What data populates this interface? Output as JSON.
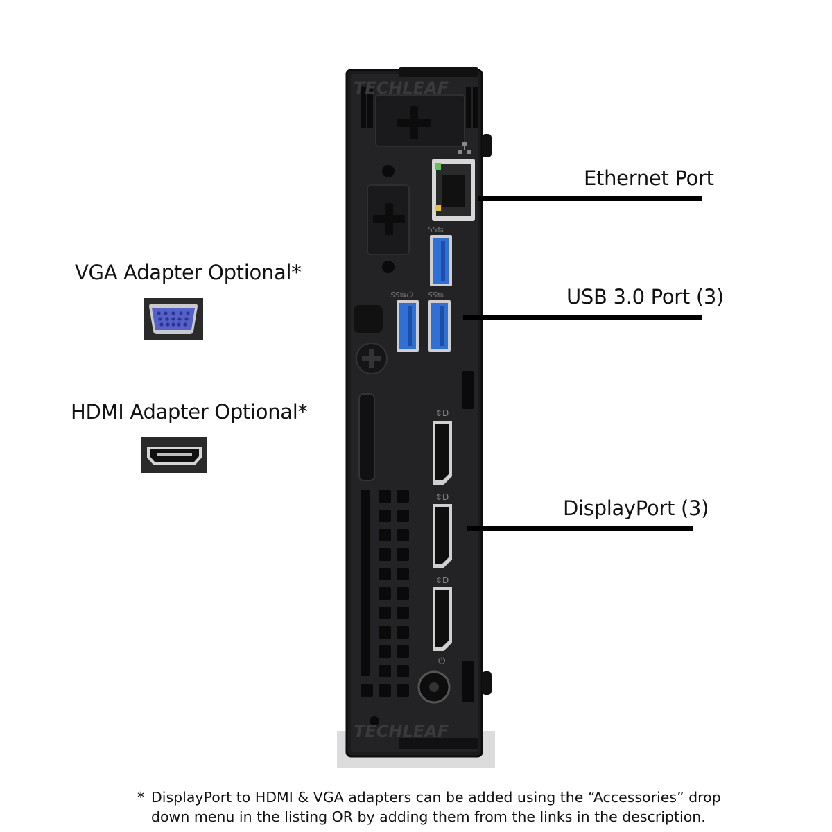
{
  "labels": {
    "ethernet": "Ethernet Port",
    "usb": "USB 3.0 Port (3)",
    "displayport": "DisplayPort (3)",
    "vga": "VGA Adapter Optional*",
    "hdmi": "HDMI Adapter Optional*"
  },
  "watermark": "TECHLEAF",
  "footnote": {
    "marker": "*",
    "line1": "DisplayPort to HDMI & VGA adapters can be added using the “Accessories” drop",
    "line2": "down menu in the listing OR by adding them from the links in the description."
  },
  "colors": {
    "chassis": "#1b1b1d",
    "usb_blue": "#2f6fd6",
    "vga_blue": "#5561c9",
    "rule": "#000000"
  },
  "icons": [
    "ethernet-icon",
    "superspeed-usb-icon",
    "displayport-icon",
    "power-icon",
    "screw-plus-icon"
  ]
}
